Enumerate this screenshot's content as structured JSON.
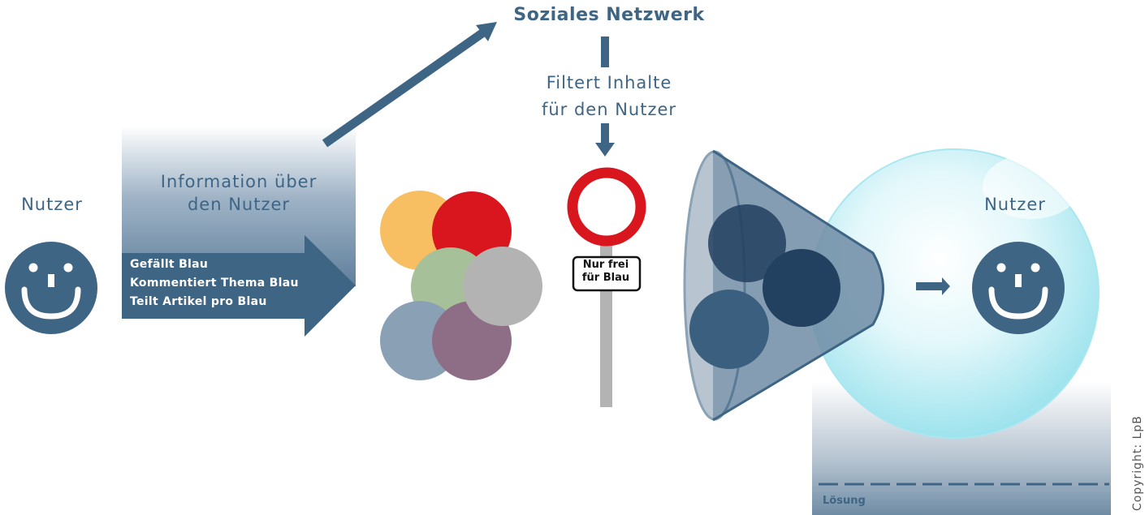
{
  "network": {
    "title": "Soziales Netzwerk",
    "filter_label_line1": "Filtert Inhalte",
    "filter_label_line2": "für den Nutzer"
  },
  "user_left": {
    "label": "Nutzer"
  },
  "info_box": {
    "label_line1": "Information über",
    "label_line2": "den Nutzer",
    "actions": [
      "Gefällt Blau",
      "Kommentiert Thema Blau",
      "Teilt Artikel pro Blau"
    ]
  },
  "content_pool": {
    "circle_colors": [
      "#f8be62",
      "#d9151d",
      "#a6c199",
      "#b3b3b3",
      "#8aa0b4",
      "#8e6e86"
    ]
  },
  "sign": {
    "line1": "Nur frei",
    "line2": "für Blau"
  },
  "funnel": {
    "output_circle_color": "#3b5f7f"
  },
  "bubble": {
    "user_label": "Nutzer"
  },
  "solution": {
    "label": "Lösung"
  },
  "copyright": "Copyright: LpB",
  "colors": {
    "primary": "#3f6585",
    "dark_circle": "#22405f",
    "bubble": "#b9eef5",
    "sign_ring": "#d9151d",
    "pole": "#b3b3b3"
  }
}
